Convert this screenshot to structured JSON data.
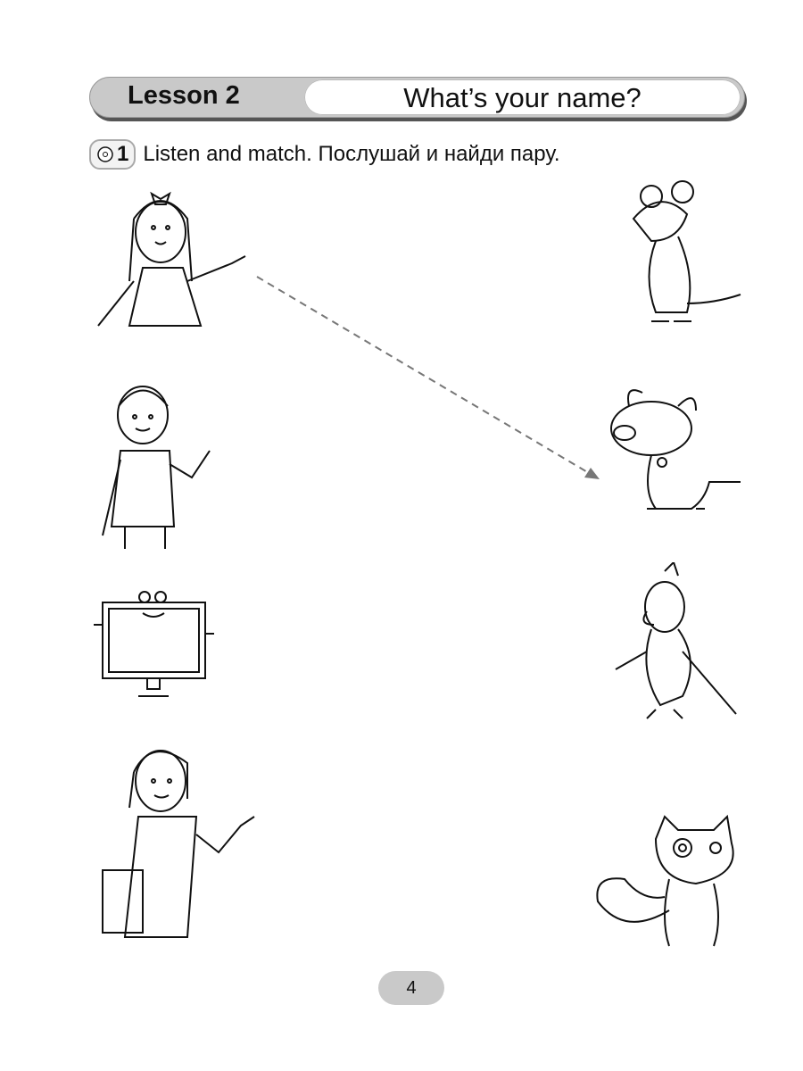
{
  "header": {
    "lesson": "Lesson 2",
    "title": "What’s your name?"
  },
  "task": {
    "number": "1",
    "icon": "cd-audio-icon",
    "instruction": "Listen and match. Послушай и найди пару."
  },
  "left_pictures": [
    "girl-with-bow",
    "boy",
    "computer-monitor-character",
    "teacher-with-book"
  ],
  "right_pictures": [
    "mouse",
    "dog",
    "parrot",
    "cat"
  ],
  "example_match": {
    "from": "girl-with-bow",
    "to": "dog"
  },
  "footer": {
    "page_number": "4"
  }
}
